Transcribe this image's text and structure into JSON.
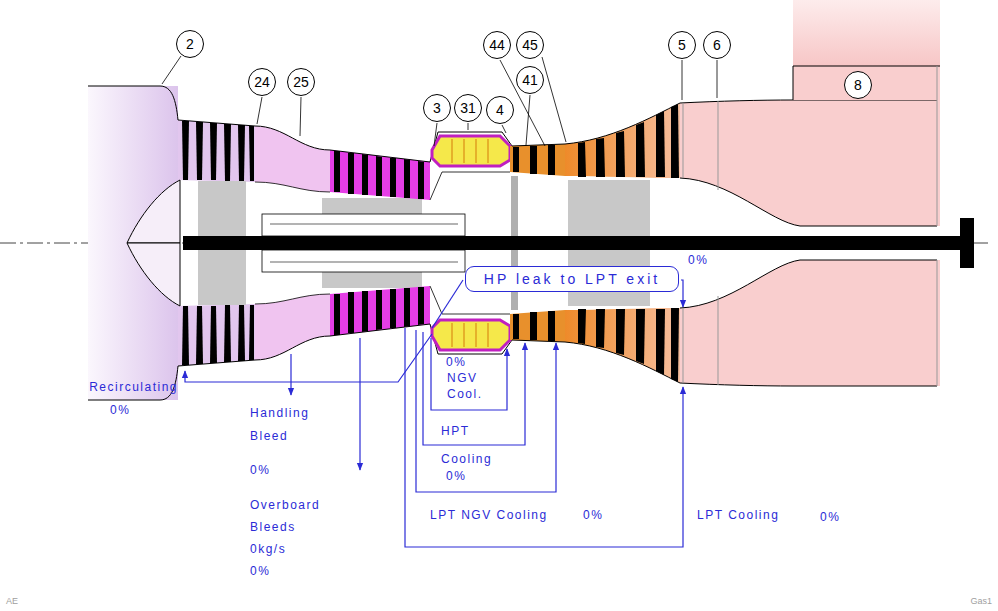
{
  "diagram": {
    "nodes": [
      {
        "text": [
          "2"
        ]
      },
      {
        "text": [
          "24"
        ]
      },
      {
        "text": [
          "25"
        ]
      },
      {
        "text": [
          "3"
        ]
      },
      {
        "text": [
          "31"
        ]
      },
      {
        "text": [
          "4"
        ]
      },
      {
        "text": [
          "41"
        ]
      },
      {
        "text": [
          "44"
        ]
      },
      {
        "text": [
          "45"
        ]
      },
      {
        "text": [
          "5"
        ]
      },
      {
        "text": [
          "6"
        ]
      },
      {
        "text": [
          "8"
        ]
      },
      {
        "text": [
          "HP leak to LPT exit"
        ]
      }
    ],
    "labels": [
      "0%",
      "Recirculating",
      "0%",
      "Handling Bleed",
      "0%",
      "Overboard Bleeds",
      "0kg/s",
      "0%",
      "0%",
      "NGV Cool.",
      "HPT",
      "Cooling",
      "0%",
      "LPT NGV Cooling",
      "0%",
      "LPT Cooling",
      "0%",
      "AE",
      "Gas1"
    ]
  }
}
